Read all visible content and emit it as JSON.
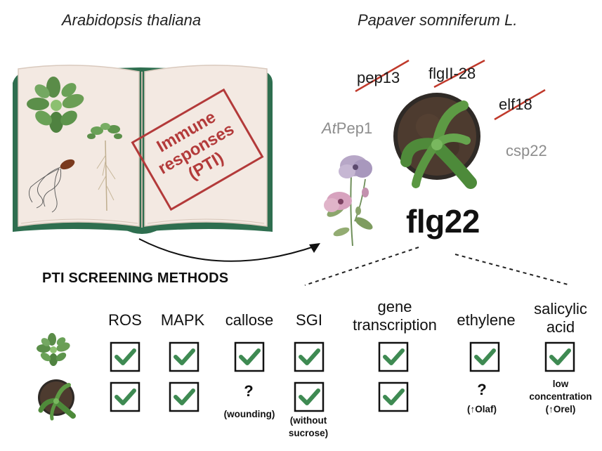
{
  "species": {
    "left": "Arabidopsis thaliana",
    "right": "Papaver somniferum L."
  },
  "stamp": {
    "line1": "Immune",
    "line2": "responses",
    "line3": "(PTI)"
  },
  "peptides": {
    "struck": [
      "pep13",
      "flgII-28",
      "elf18"
    ],
    "gray_at_prefix": "At",
    "gray_at_suffix": "Pep1",
    "gray2": "csp22",
    "main": "flg22"
  },
  "methods_title": "PTI SCREENING METHODS",
  "columns": [
    {
      "line1": "ROS",
      "line2": ""
    },
    {
      "line1": "MAPK",
      "line2": ""
    },
    {
      "line1": "callose",
      "line2": ""
    },
    {
      "line1": "SGI",
      "line2": ""
    },
    {
      "line1": "gene",
      "line2": "transcription"
    },
    {
      "line1": "ethylene",
      "line2": ""
    },
    {
      "line1": "salicylic",
      "line2": "acid"
    }
  ],
  "rows": [
    {
      "plant": "Arabidopsis",
      "cells": [
        "check",
        "check",
        "check",
        "check",
        "check",
        "check",
        "check"
      ]
    },
    {
      "plant": "Papaver",
      "cells": [
        "check",
        "check",
        "?",
        "check",
        "check",
        "?",
        "text"
      ]
    }
  ],
  "row2_notes": {
    "callose_q": "?",
    "callose_note": "(wounding)",
    "sgi_note1": "(without",
    "sgi_note2": "sucrose)",
    "ethylene_q": "?",
    "ethylene_note": "(↑Olaf)",
    "sa_line1": "low",
    "sa_line2": "concentration",
    "sa_line3": "(↑Orel)"
  },
  "colors": {
    "check_green": "#3e8a52",
    "strike_red": "#c0392b",
    "stamp_red": "#b33a3a",
    "book_green": "#2e6e4f",
    "page": "#f3e9e2"
  }
}
